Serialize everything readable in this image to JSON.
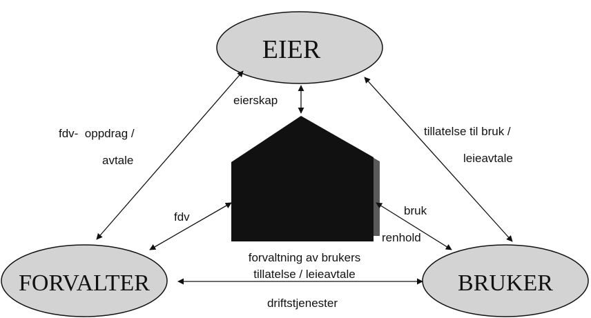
{
  "nodes": {
    "eier": "EIER",
    "forvalter": "FORVALTER",
    "bruker": "BRUKER"
  },
  "labels": {
    "eierskap": "eierskap",
    "fdv_oppdrag": "fdv-  oppdrag /",
    "fdv_avtale": "avtale",
    "tillatelse_line1": "tillatelse til bruk /",
    "tillatelse_line2": "leieavtale",
    "fdv": "fdv",
    "bruk": "bruk",
    "renhold": "renhold",
    "forvaltning_line1": "forvaltning av brukers",
    "forvaltning_line2": "tillatelse / leieavtale",
    "driftstjenester": "driftstjenester"
  },
  "colors": {
    "ellipse_fill": "#d3d3d3",
    "house_fill": "#111111",
    "house_shadow": "#5a5a5a",
    "stroke": "#111111"
  }
}
